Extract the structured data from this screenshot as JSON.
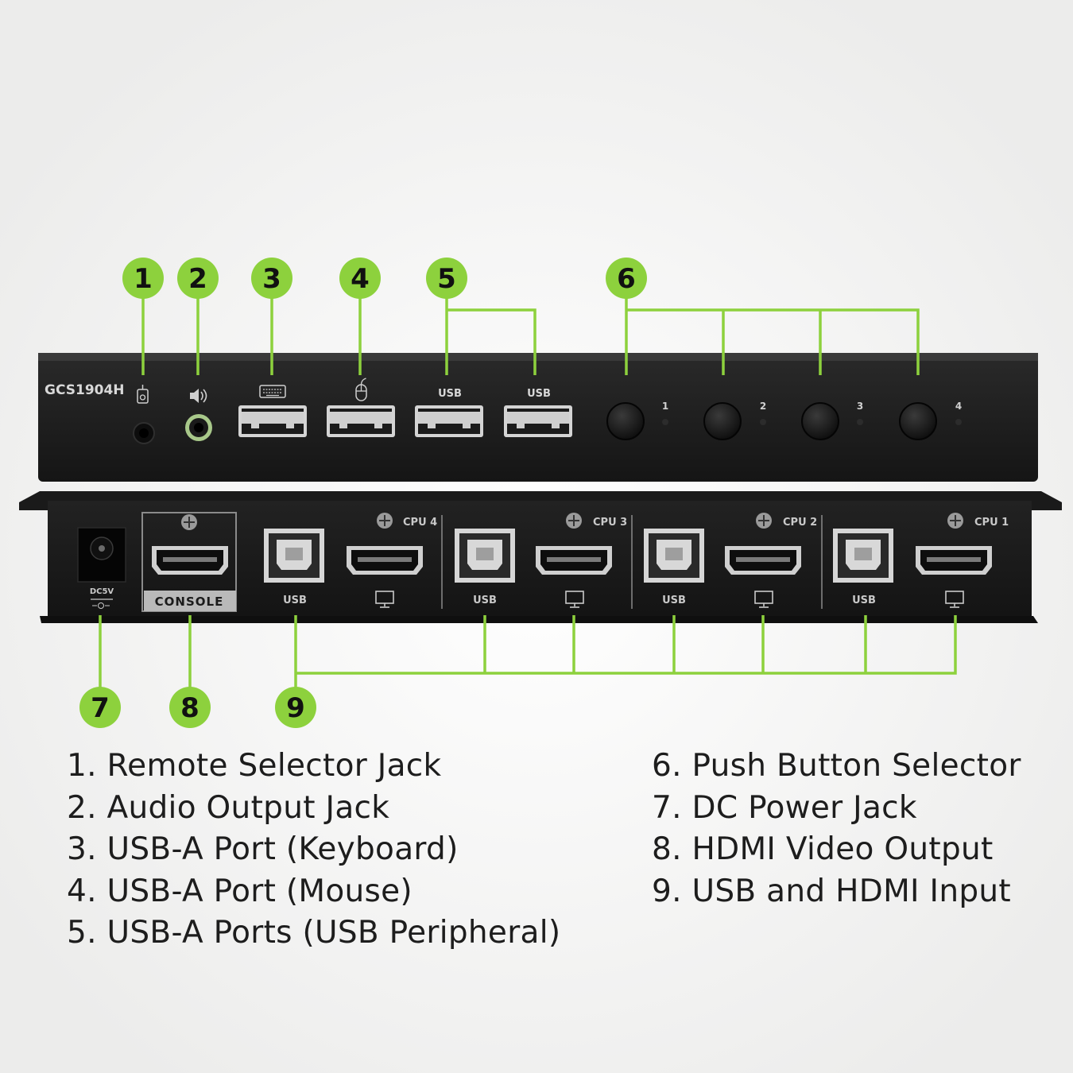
{
  "device": {
    "model": "GCS1904H",
    "front_labels": {
      "usb_a": "USB",
      "usb_b": "USB"
    },
    "led_numbers": [
      "1",
      "2",
      "3",
      "4"
    ],
    "rear": {
      "dc_label": "DC5V",
      "console_label": "CONSOLE",
      "cpu_labels": [
        "CPU 4",
        "CPU 3",
        "CPU 2",
        "CPU 1"
      ],
      "usb_label": "USB"
    }
  },
  "callouts": [
    "1",
    "2",
    "3",
    "4",
    "5",
    "6",
    "7",
    "8",
    "9"
  ],
  "legend": {
    "left": [
      "1. Remote Selector Jack",
      "2. Audio Output Jack",
      "3. USB-A Port (Keyboard)",
      "4. USB-A Port (Mouse)",
      "5. USB-A Ports  (USB Peripheral)"
    ],
    "right": [
      "6. Push Button Selector",
      "7. DC Power Jack",
      "8. HDMI Video Output",
      "9. USB and HDMI Input"
    ]
  },
  "colors": {
    "callout_green": "#8dd13d",
    "background": "#f1f1f0",
    "device_body": "#1e1e1e"
  },
  "icons": [
    "remote-icon",
    "speaker-icon",
    "keyboard-icon",
    "mouse-icon",
    "monitor-icon",
    "screw-icon"
  ]
}
